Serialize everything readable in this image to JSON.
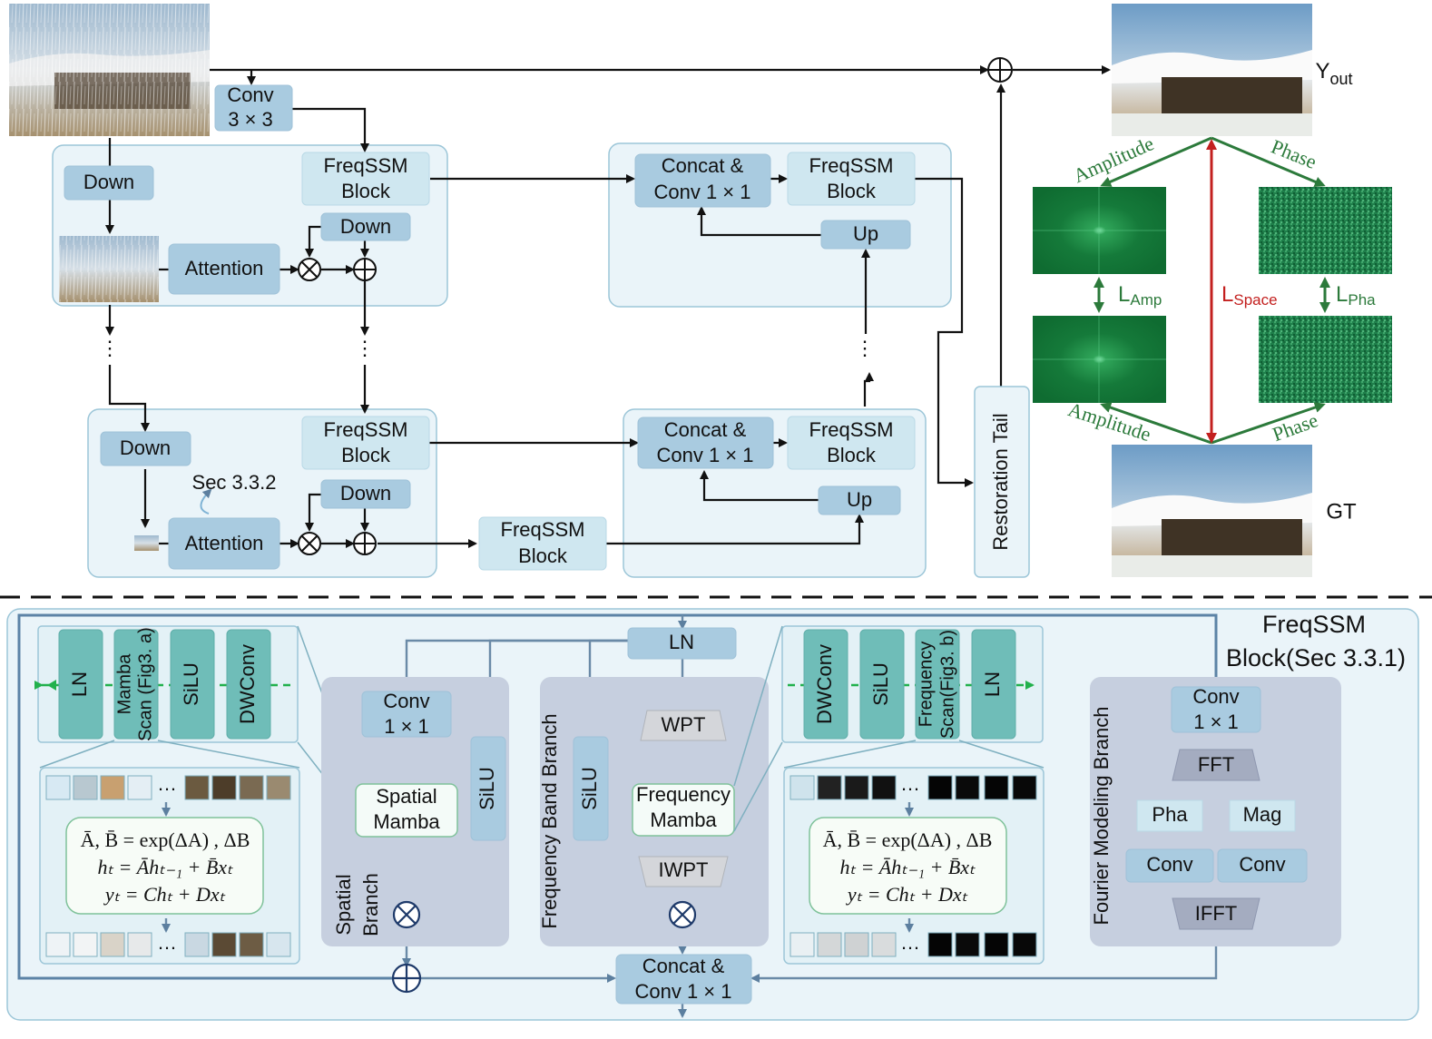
{
  "top": {
    "conv_in": [
      "Conv",
      "3 × 3"
    ],
    "enc1": {
      "down": "Down",
      "freqssm": [
        "FreqSSM",
        "Block"
      ],
      "down2": "Down",
      "attention": "Attention"
    },
    "enc2": {
      "down": "Down",
      "freqssm": [
        "FreqSSM",
        "Block"
      ],
      "down2": "Down",
      "attention": "Attention",
      "sec": "Sec 3.3.2"
    },
    "bottleneck": [
      "FreqSSM",
      "Block"
    ],
    "dec1": {
      "concat": [
        "Concat &",
        "Conv 1 × 1"
      ],
      "freqssm": [
        "FreqSSM",
        "Block"
      ],
      "up": "Up"
    },
    "dec2": {
      "concat": [
        "Concat &",
        "Conv 1 × 1"
      ],
      "freqssm": [
        "FreqSSM",
        "Block"
      ],
      "up": "Up"
    },
    "restoration_tail": "Restoration Tail",
    "dots": "⋮"
  },
  "losses": {
    "y_out": "Y",
    "y_out_sub": "out",
    "gt": "GT",
    "amplitude": "Amplitude",
    "phase": "Phase",
    "l_amp": "L",
    "l_amp_sub": "Amp",
    "l_space": "L",
    "l_space_sub": "Space",
    "l_pha": "L",
    "l_pha_sub": "Pha"
  },
  "bottom": {
    "title": [
      "FreqSSM",
      "Block(Sec 3.3.1)"
    ],
    "ln": "LN",
    "left_strip": [
      "LN",
      "Mamba",
      "Scan (Fig3. a)",
      "SiLU",
      "DWConv"
    ],
    "right_strip": [
      "DWConv",
      "SiLU",
      "Frequency",
      "Scan(Fig3. b)",
      "LN"
    ],
    "spatial": {
      "conv": [
        "Conv",
        "1 × 1"
      ],
      "mamba": [
        "Spatial",
        "Mamba"
      ],
      "silu": "SiLU",
      "label": [
        "Spatial",
        "Branch"
      ]
    },
    "freq": {
      "wpt": "WPT",
      "mamba": [
        "Frequency",
        "Mamba"
      ],
      "iwpt": "IWPT",
      "silu": "SiLU",
      "label": "Frequency Band Branch"
    },
    "fourier": {
      "conv": [
        "Conv",
        "1 × 1"
      ],
      "fft": "FFT",
      "pha": "Pha",
      "mag": "Mag",
      "conv_a": "Conv",
      "conv_b": "Conv",
      "ifft": "IFFT",
      "label": "Fourier Modeling Branch"
    },
    "concat": [
      "Concat &",
      "Conv 1 × 1"
    ],
    "eq": [
      "Ā, B̄ = exp(ΔA) , ΔB",
      "hₜ = Āhₜ₋₁ + B̄xₜ",
      "yₜ = Chₜ + Dxₜ"
    ],
    "ellipsis": "…"
  },
  "colors": {
    "amp_green": "#2c7a3b",
    "space_red": "#c3201f",
    "block_blue": "#a9cbe0",
    "teal": "#6fbdb8"
  }
}
